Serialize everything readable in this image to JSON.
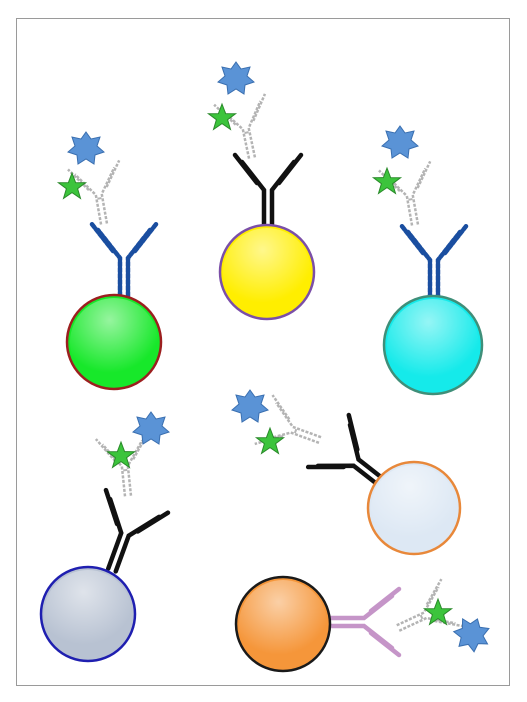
{
  "figure": {
    "background": "#ffffff",
    "border_color": "#9a9a9a",
    "label_text": "",
    "assemblies": [
      {
        "name": "green-bead-assembly",
        "bead_fill": "#17e82a",
        "bead_stroke": "#9c1f1f",
        "primary_antibody_color": "#1a4ea0",
        "star_color": "#3cc43c",
        "burst_color": "#5a93d6"
      },
      {
        "name": "yellow-bead-assembly",
        "bead_fill": "#ffee00",
        "bead_stroke": "#7b4fa8",
        "primary_antibody_color": "#111111",
        "star_color": "#3cc43c",
        "burst_color": "#5a93d6"
      },
      {
        "name": "cyan-bead-assembly",
        "bead_fill": "#15eaea",
        "bead_stroke": "#3f8f79",
        "primary_antibody_color": "#1a4ea0",
        "star_color": "#3cc43c",
        "burst_color": "#5a93d6"
      },
      {
        "name": "gray-bead-assembly",
        "bead_fill": "#b8c2d2",
        "bead_stroke": "#1f1fb0",
        "primary_antibody_color": "#111111",
        "star_color": "#3cc43c",
        "burst_color": "#5a93d6"
      },
      {
        "name": "lightblue-bead-assembly",
        "bead_fill": "#dde8f4",
        "bead_stroke": "#e8883a",
        "primary_antibody_color": "#111111",
        "star_color": "#3cc43c",
        "burst_color": "#5a93d6"
      },
      {
        "name": "orange-bead-assembly",
        "bead_fill": "#f5963a",
        "bead_stroke": "#1a1a1a",
        "primary_antibody_color": "#c595c8",
        "star_color": "#3cc43c",
        "burst_color": "#5a93d6"
      }
    ],
    "secondary_antibody_color": "#b4b4b4",
    "secondary_antibody_accent": "#e86a3a"
  }
}
